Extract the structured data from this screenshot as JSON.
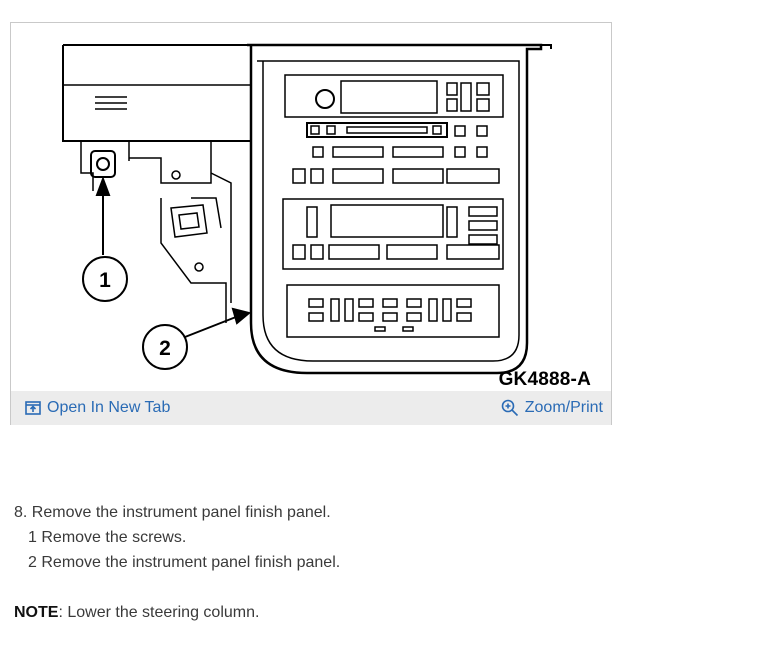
{
  "figure": {
    "callouts": [
      "1",
      "2"
    ],
    "code": "GK4888-A",
    "open_tab_label": "Open In New Tab",
    "zoom_label": "Zoom/Print",
    "link_color": "#2a6bb5"
  },
  "procedure": {
    "step_number": "8.",
    "step_text": "Remove the instrument panel finish panel.",
    "substeps": [
      {
        "num": "1",
        "text": "Remove the screws."
      },
      {
        "num": "2",
        "text": "Remove the instrument panel finish panel."
      }
    ],
    "note_label": "NOTE",
    "note_text": ": Lower the steering column."
  }
}
